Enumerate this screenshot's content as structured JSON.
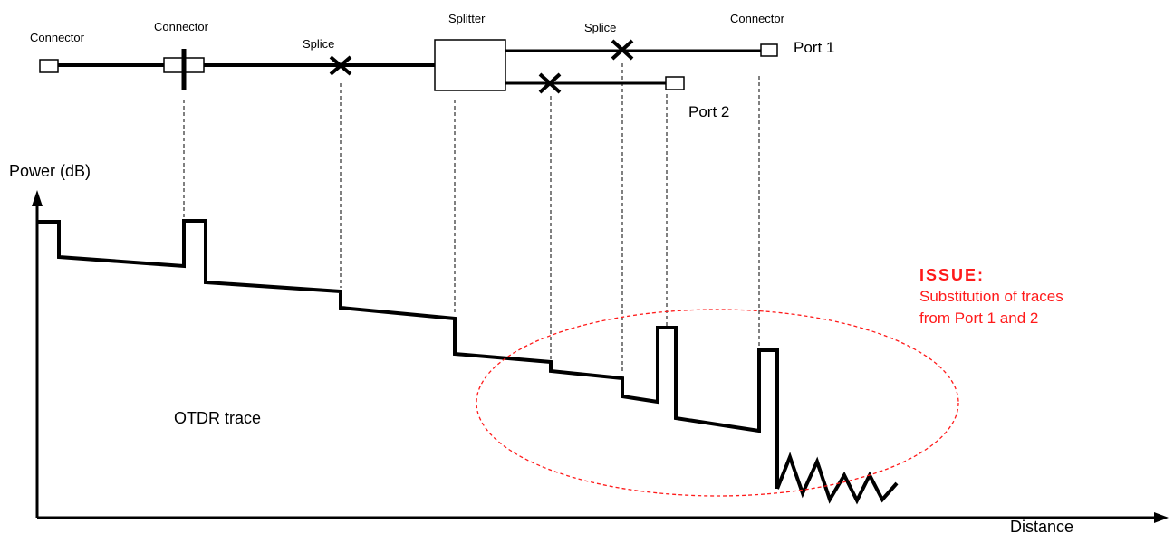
{
  "labels": {
    "connector_left": "Connector",
    "connector_second": "Connector",
    "splice_1": "Splice",
    "splitter": "Splitter",
    "splice_2": "Splice",
    "connector_right": "Connector",
    "port1": "Port 1",
    "port2": "Port 2",
    "y_axis": "Power (dB)",
    "x_axis": "Distance",
    "trace": "OTDR trace"
  },
  "issue": {
    "title": "ISSUE:",
    "line1": "Substitution of traces",
    "line2": "from Port 1 and 2"
  },
  "colors": {
    "ink": "#000000",
    "issue": "#ff1a1a"
  }
}
